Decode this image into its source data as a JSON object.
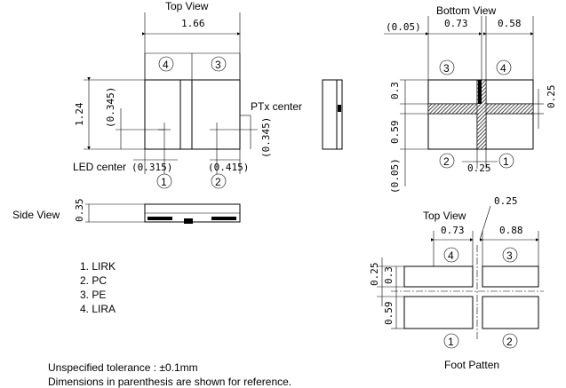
{
  "top_view": {
    "title": "Top View",
    "width_dim": "1.66",
    "height_dim": "1.24",
    "dim_led_y": "(0.345)",
    "dim_ptx_y": "(0.345)",
    "dim_led_x": "(0.315)",
    "dim_ptx_x": "(0.415)",
    "ptx_center": "PTx center",
    "led_center": "LED center",
    "pin_top_left": "4",
    "pin_top_right": "3",
    "pin_bottom_left": "1",
    "pin_bottom_right": "2"
  },
  "side_view": {
    "title": "Side View",
    "height_dim": "0.35"
  },
  "bottom_view": {
    "title": "Bottom View",
    "dim_offset": "(0.05)",
    "dim_left": "0.73",
    "dim_right": "0.58",
    "dim_top_pad": "0.3",
    "dim_bottom_pad": "0.59",
    "dim_side": "0.25",
    "dim_gap": "0.25",
    "dim_offset_bottom": "(0.05)",
    "pin_top_left": "3",
    "pin_top_right": "4",
    "pin_bottom_left": "2",
    "pin_bottom_right": "1"
  },
  "pin_list": [
    "1. LIRK",
    "2. PC",
    "3. PE",
    "4. LIRA"
  ],
  "foot_pattern": {
    "top_view_label": "Top View",
    "dim_gap": "0.25",
    "dim_left": "0.73",
    "dim_right": "0.88",
    "dim_gap_v": "0.25",
    "dim_top_pad": "0.3",
    "dim_bottom_pad": "0.59",
    "title": "Foot Patten",
    "pin_top_left": "4",
    "pin_top_right": "3",
    "pin_bottom_left": "1",
    "pin_bottom_right": "2"
  },
  "notes": {
    "tolerance": "Unspecified tolerance : ±0.1mm",
    "reference": "Dimensions in parenthesis are shown for reference."
  }
}
